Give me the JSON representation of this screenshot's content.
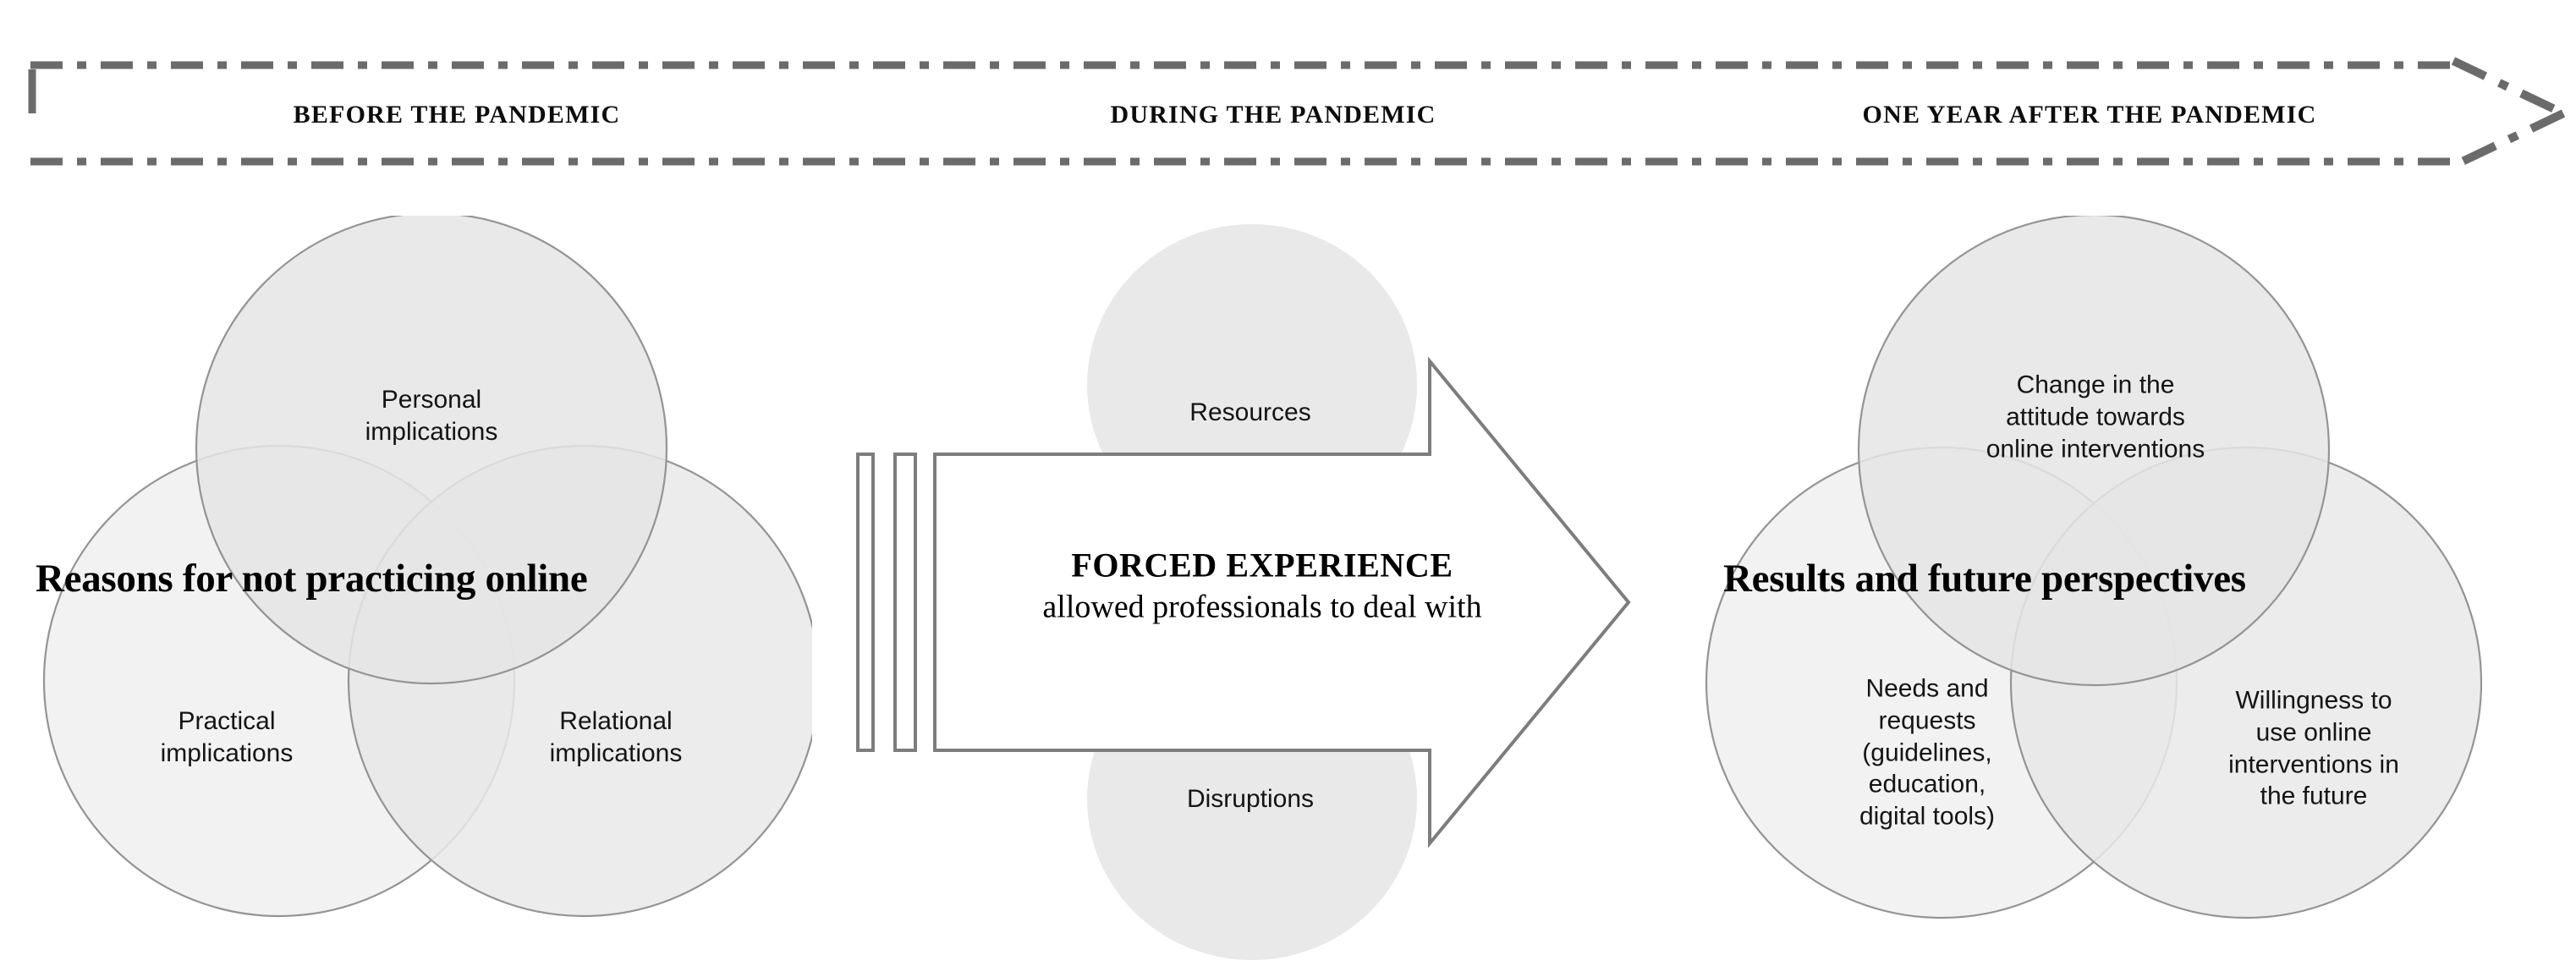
{
  "banner": {
    "name": "timeline-banner",
    "stroke_color": "#6b6b6b",
    "phases": [
      {
        "id": "before",
        "label": "BEFORE THE PANDEMIC"
      },
      {
        "id": "during",
        "label": "DURING THE PANDEMIC"
      },
      {
        "id": "after",
        "label": "ONE YEAR AFTER THE PANDEMIC"
      }
    ]
  },
  "left_venn": {
    "title": "Reasons for not practicing online",
    "circles": [
      {
        "id": "personal",
        "label": "Personal\nimplications",
        "fill": "#e3e3e3"
      },
      {
        "id": "practical",
        "label": "Practical\nimplications",
        "fill": "#f1f1f1"
      },
      {
        "id": "relational",
        "label": "Relational\nimplications",
        "fill": "#e7e7e7"
      }
    ]
  },
  "middle": {
    "top_ellipse_label": "Resources",
    "bottom_ellipse_label": "Disruptions",
    "ellipse_fill": "#e9e9e9",
    "arrow": {
      "line1": "FORCED EXPERIENCE",
      "line2": "allowed professionals to deal with",
      "fill": "#ffffff",
      "stroke": "#7d7d7d"
    }
  },
  "right_venn": {
    "title": "Results and future perspectives",
    "circles": [
      {
        "id": "attitude",
        "label": "Change in the\nattitude towards\nonline interventions",
        "fill": "#e3e3e3"
      },
      {
        "id": "needs",
        "label": "Needs and\nrequests\n(guidelines,\neducation,\ndigital tools)",
        "fill": "#f1f1f1"
      },
      {
        "id": "willingness",
        "label": "Willingness to\nuse online\ninterventions in\nthe future",
        "fill": "#e7e7e7"
      }
    ]
  }
}
